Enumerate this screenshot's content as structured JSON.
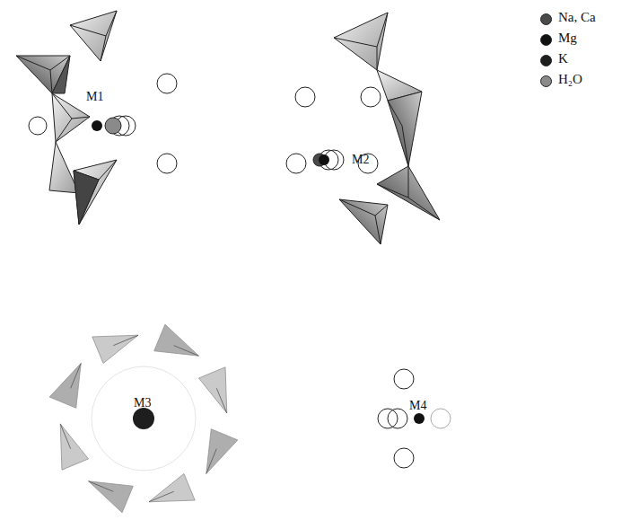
{
  "diagram": {
    "labels": [
      "M1",
      "M2",
      "M3",
      "M4"
    ],
    "legend": [
      {
        "text": "Na, Ca",
        "color": "#4a4a4a"
      },
      {
        "text": "Mg",
        "color": "#111111"
      },
      {
        "text": "K",
        "color": "#1e1e1e"
      },
      {
        "text": "H₂O",
        "color": "#8a8a8a"
      }
    ]
  }
}
